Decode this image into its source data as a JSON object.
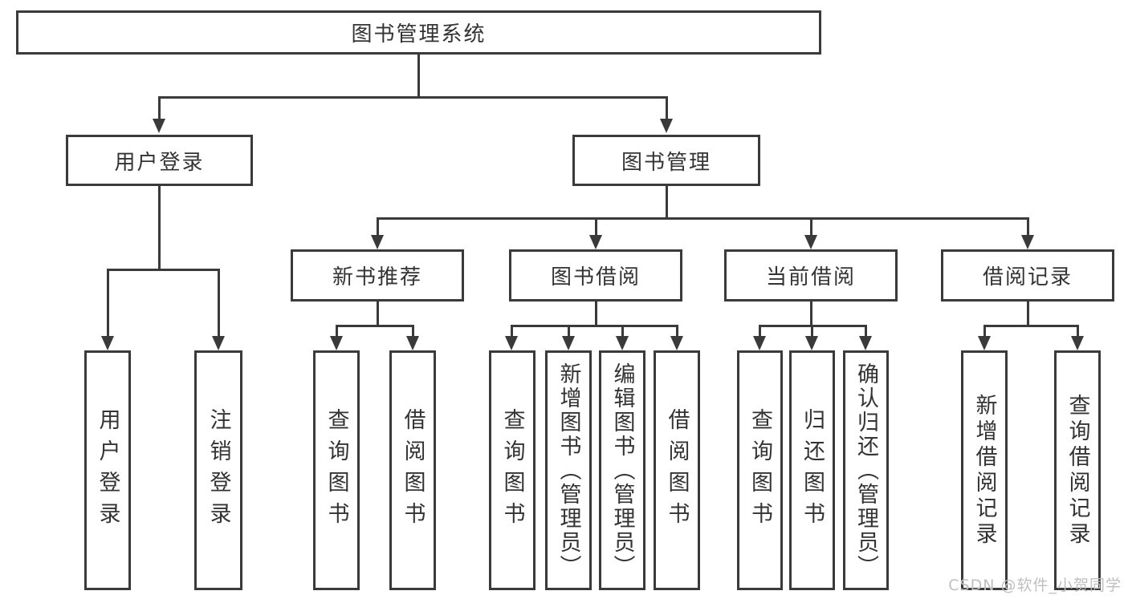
{
  "tree": {
    "root": {
      "label": "图书管理系统"
    },
    "branches": [
      {
        "label": "用户登录",
        "children": [
          {
            "label": "用户登录"
          },
          {
            "label": "注销登录"
          }
        ]
      },
      {
        "label": "图书管理",
        "children": [
          {
            "label": "新书推荐",
            "children": [
              {
                "label": "查询图书"
              },
              {
                "label": "借阅图书"
              }
            ]
          },
          {
            "label": "图书借阅",
            "children": [
              {
                "label": "查询图书"
              },
              {
                "label": "新增图书（管理员）"
              },
              {
                "label": "编辑图书（管理员）"
              },
              {
                "label": "借阅图书"
              }
            ]
          },
          {
            "label": "当前借阅",
            "children": [
              {
                "label": "查询图书"
              },
              {
                "label": "归还图书"
              },
              {
                "label": "确认归还（管理员）"
              }
            ]
          },
          {
            "label": "借阅记录",
            "children": [
              {
                "label": "新增借阅记录"
              },
              {
                "label": "查询借阅记录"
              }
            ]
          }
        ]
      }
    ]
  },
  "watermark": {
    "text": "CSDN @软件_小贺同学"
  },
  "colors": {
    "line": "#3a3a3a",
    "text": "#333333",
    "watermark": "#bfbfbf",
    "background": "#ffffff"
  }
}
